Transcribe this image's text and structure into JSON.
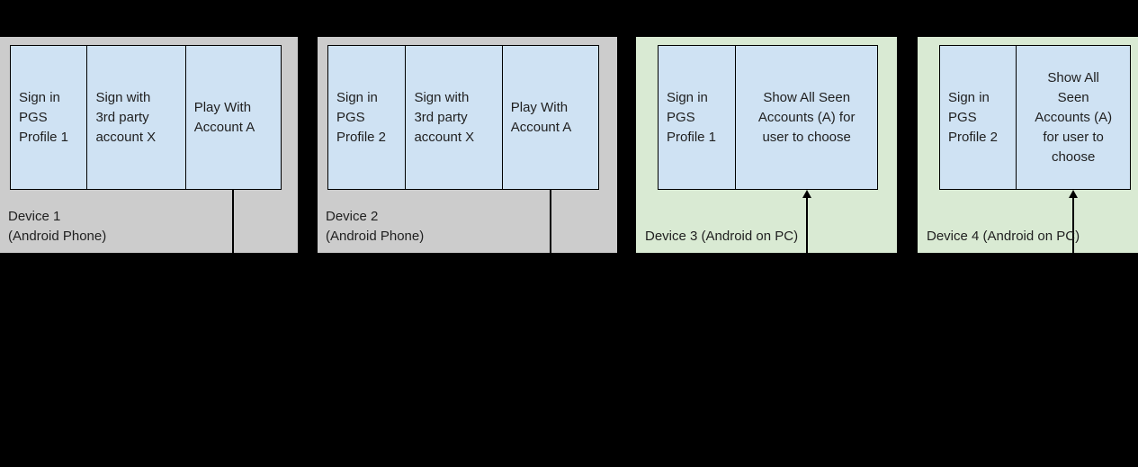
{
  "colors": {
    "canvas_bg": "#000000",
    "phone_device_bg": "#cccccc",
    "pc_device_bg": "#d9ead3",
    "cell_bg": "#cfe2f3",
    "line": "#000000",
    "text": "#1f1f1f"
  },
  "devices": [
    {
      "label": "Device 1\n(Android Phone)",
      "cells": [
        {
          "text": "Sign in\nPGS\nProfile 1"
        },
        {
          "text": "Sign with\n3rd party\naccount X"
        },
        {
          "text": "Play With\nAccount A"
        }
      ],
      "connector": "line-down-from-play-cell"
    },
    {
      "label": "Device 2\n(Android Phone)",
      "cells": [
        {
          "text": "Sign in\nPGS\nProfile 2"
        },
        {
          "text": "Sign with\n3rd party\naccount X"
        },
        {
          "text": "Play With\nAccount A"
        }
      ],
      "connector": "line-down-from-play-cell"
    },
    {
      "label": "Device 3 (Android on PC)",
      "cells": [
        {
          "text": "Sign in\nPGS\nProfile 1"
        },
        {
          "text": "Show All Seen\nAccounts (A) for\nuser to choose"
        }
      ],
      "connector": "arrow-up-into-accounts-cell"
    },
    {
      "label": "Device 4 (Android on PC)",
      "cells": [
        {
          "text": "Sign in\nPGS\nProfile 2"
        },
        {
          "text": "Show All\nSeen\nAccounts (A)\nfor user to\nchoose"
        }
      ],
      "connector": "arrow-up-into-accounts-cell"
    }
  ]
}
